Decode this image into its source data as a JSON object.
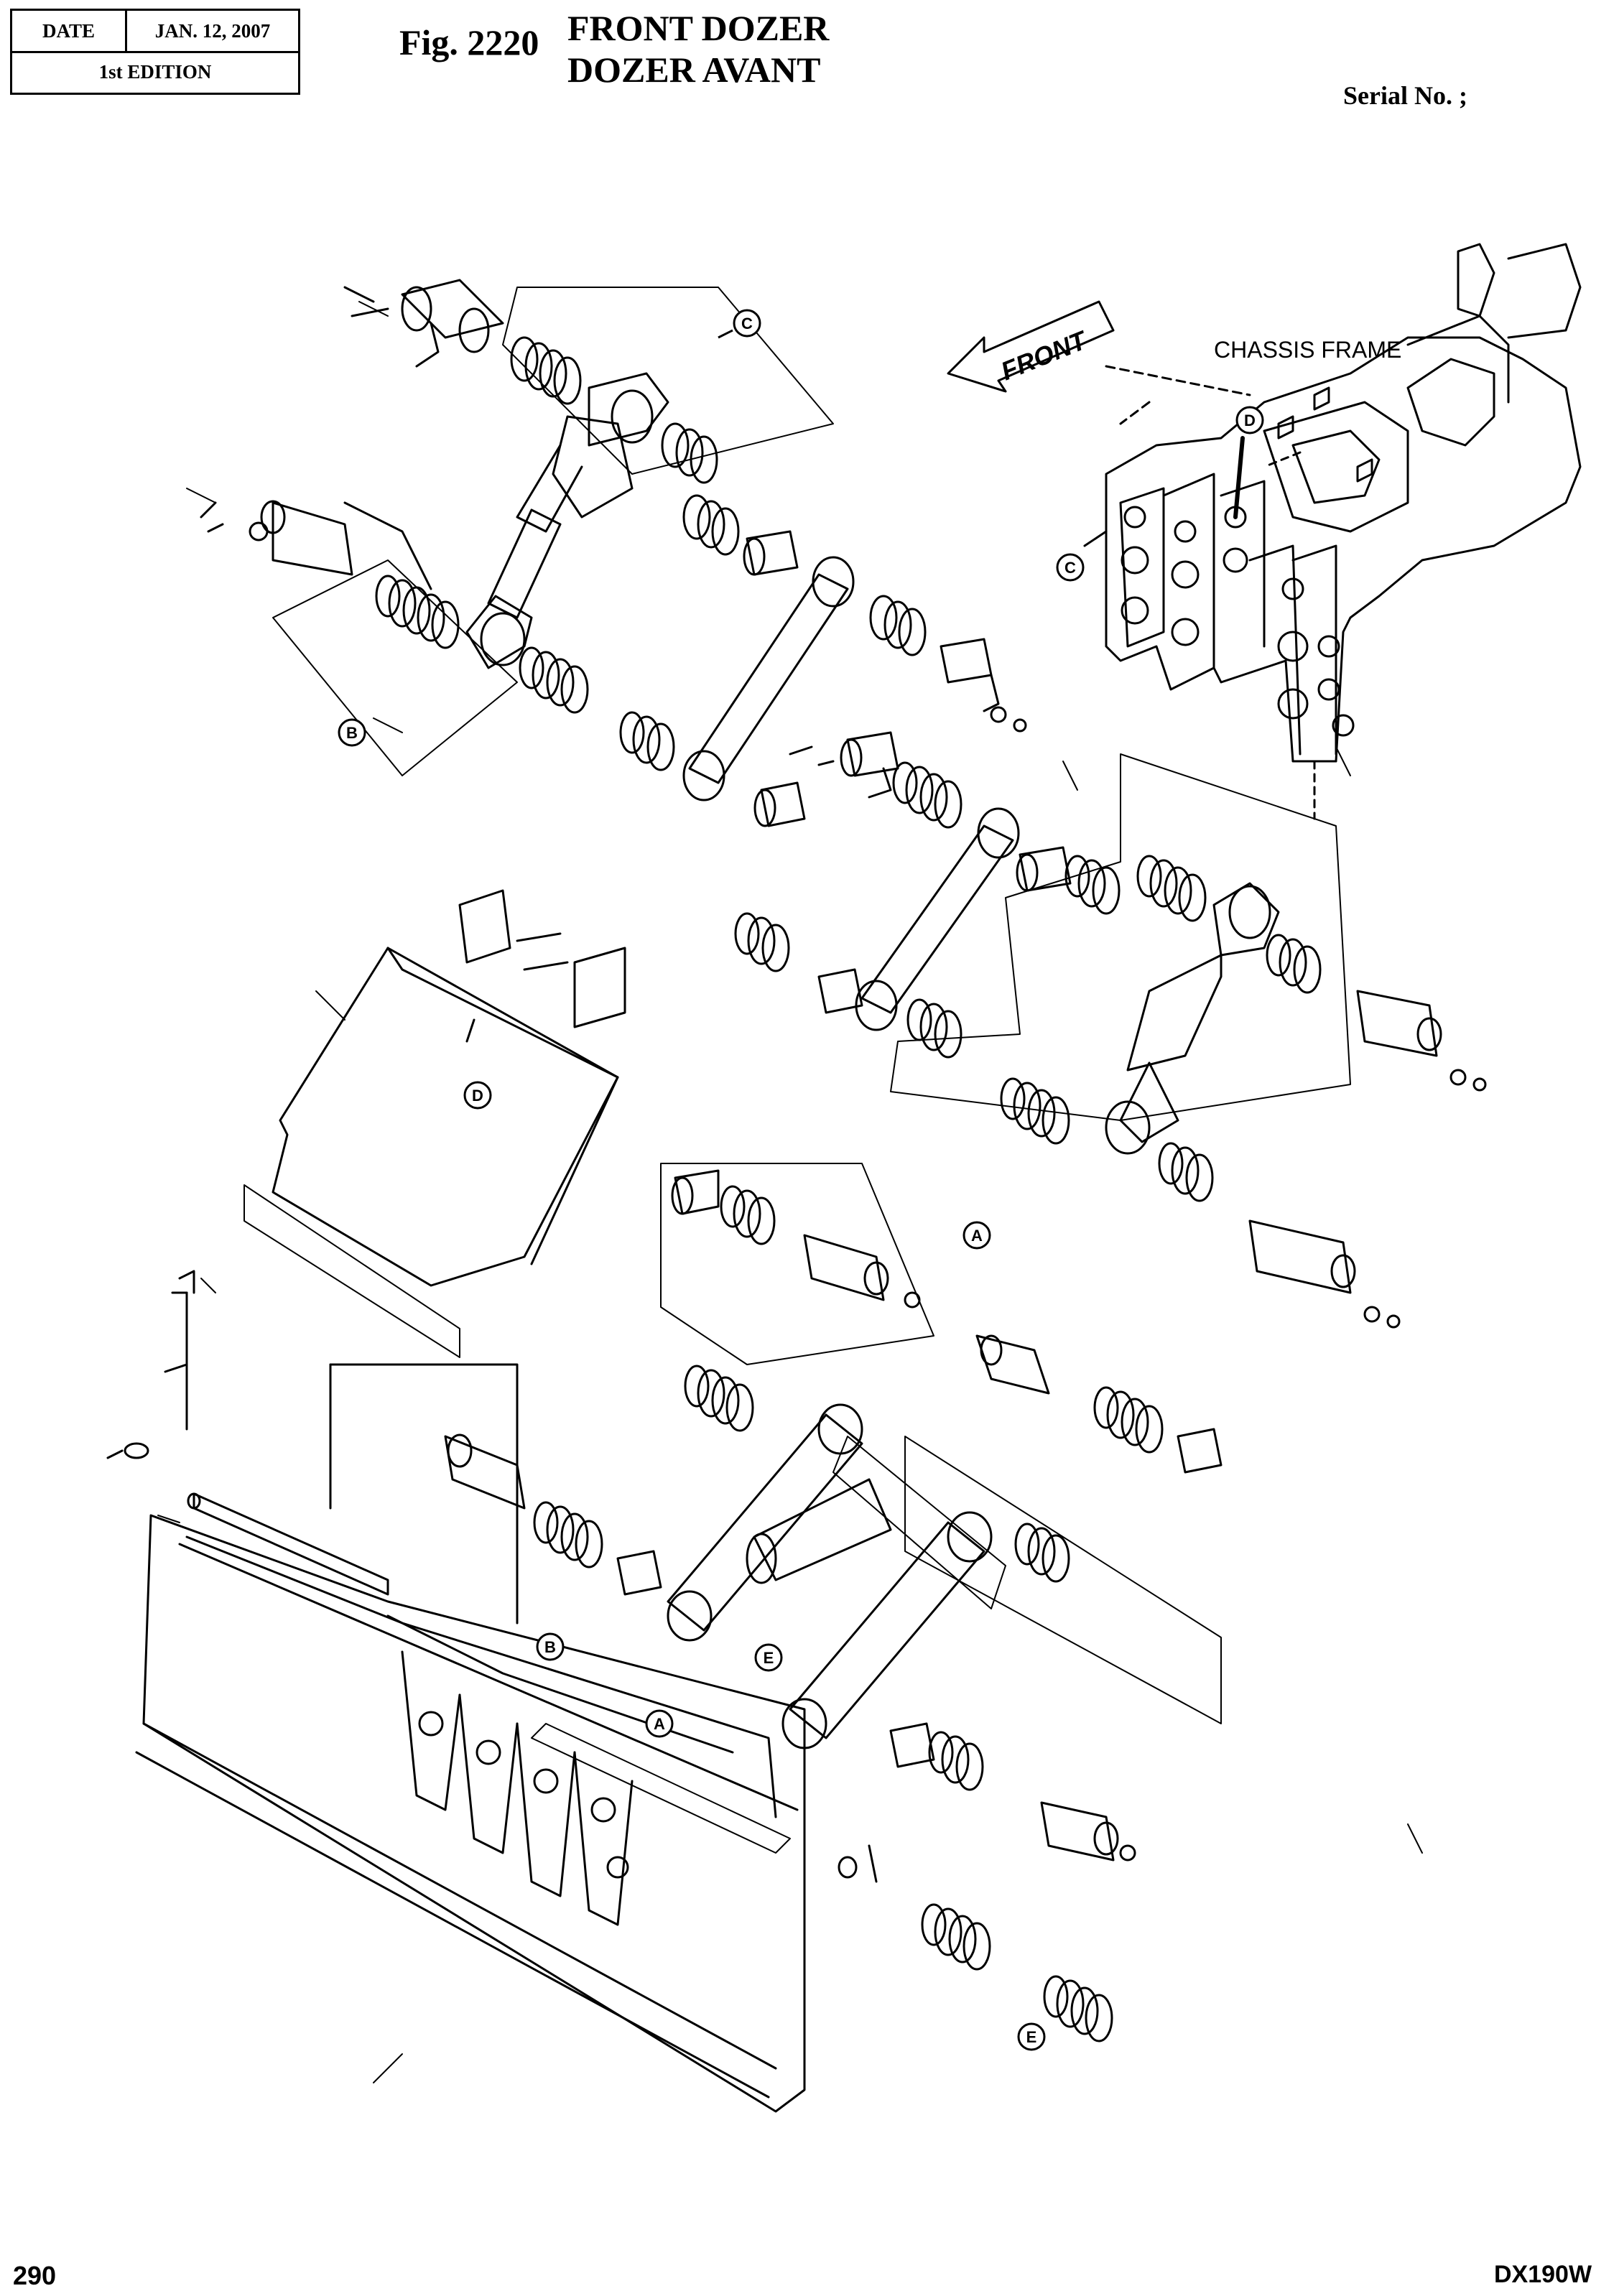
{
  "header": {
    "date_label": "DATE",
    "date_value": "JAN. 12, 2007",
    "edition": "1st EDITION"
  },
  "figure": {
    "number": "Fig. 2220",
    "title_en": "FRONT  DOZER",
    "title_fr": "DOZER  AVANT"
  },
  "serial_label": "Serial No. ;",
  "diagram": {
    "chassis_label": "CHASSIS FRAME",
    "front_label": "FRONT",
    "callouts": [
      "A",
      "B",
      "C",
      "D",
      "E"
    ]
  },
  "footer": {
    "page_number": "290",
    "model": "DX190W"
  },
  "colors": {
    "ink": "#000000",
    "paper": "#ffffff"
  }
}
